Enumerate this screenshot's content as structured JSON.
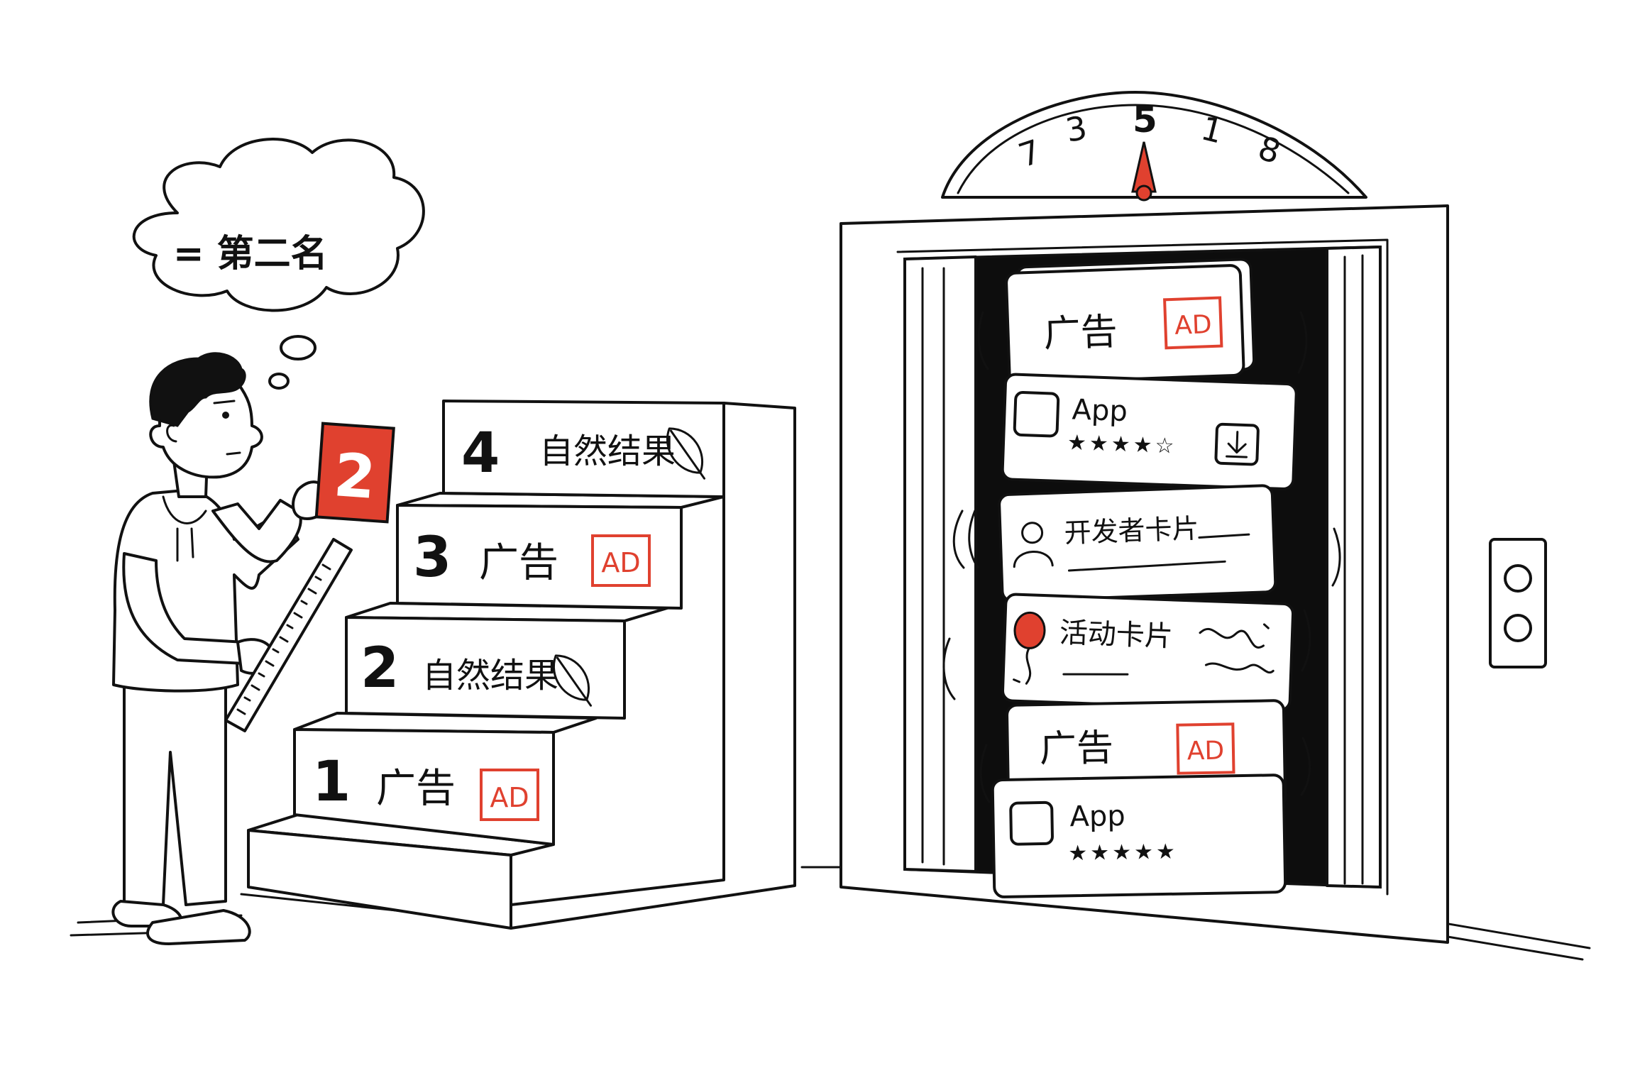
{
  "thought": {
    "text": "= 第二名"
  },
  "person": {
    "held_card": "2"
  },
  "stairs": {
    "steps": [
      {
        "num": "1",
        "label": "广告",
        "badge": "AD",
        "kind": "ad"
      },
      {
        "num": "2",
        "label": "自然结果",
        "badge": "",
        "kind": "organic"
      },
      {
        "num": "3",
        "label": "广告",
        "badge": "AD",
        "kind": "ad"
      },
      {
        "num": "4",
        "label": "自然结果",
        "badge": "",
        "kind": "organic"
      }
    ]
  },
  "gauge": {
    "numbers": [
      "7",
      "3",
      "5",
      "1",
      "8"
    ],
    "active": "5"
  },
  "elevator": {
    "cards": [
      {
        "kind": "ad",
        "label": "广告",
        "badge": "AD"
      },
      {
        "kind": "app",
        "label": "App",
        "stars": "★★★★☆"
      },
      {
        "kind": "developer",
        "label": "开发者卡片"
      },
      {
        "kind": "event",
        "label": "活动卡片"
      },
      {
        "kind": "ad",
        "label": "广告",
        "badge": "AD"
      },
      {
        "kind": "app",
        "label": "App",
        "stars": "★★★★★"
      }
    ]
  },
  "colors": {
    "accent": "#e0412f",
    "ink": "#111111",
    "background": "#ffffff"
  }
}
